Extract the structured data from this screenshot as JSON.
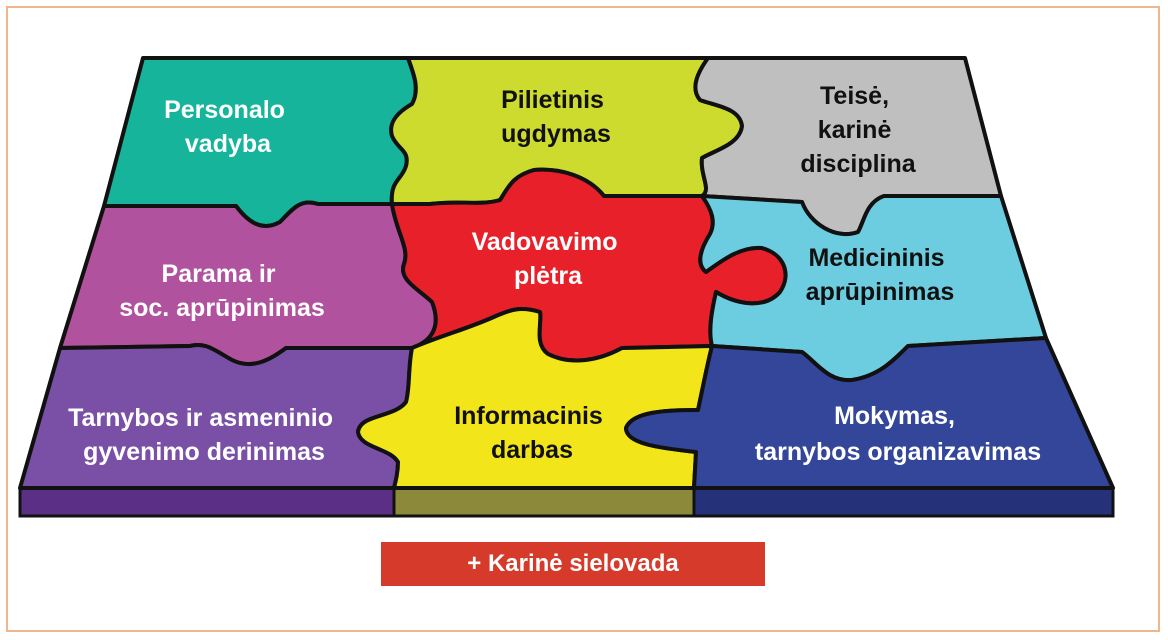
{
  "colors": {
    "frame_border": "#f2b48a",
    "outline": "#111111",
    "teal": "#16b59b",
    "lime": "#cddb2e",
    "gray": "#bfbfbf",
    "magenta": "#b0529d",
    "red": "#e8202a",
    "cyan": "#6ccde0",
    "purple": "#7a4fa6",
    "yellow": "#f2e61b",
    "navy": "#33469a",
    "banner": "#d63a2a"
  },
  "pieces": [
    {
      "id": "personalo",
      "color": "teal",
      "text_color": "white",
      "lines": [
        "Personalo",
        "vadyba"
      ]
    },
    {
      "id": "pilietinis",
      "color": "lime",
      "text_color": "black",
      "lines": [
        "Pilietinis",
        "ugdymas"
      ]
    },
    {
      "id": "teise",
      "color": "gray",
      "text_color": "black",
      "lines": [
        "Teisė,",
        "karinė",
        "disciplina"
      ]
    },
    {
      "id": "parama",
      "color": "magenta",
      "text_color": "white",
      "lines": [
        "Parama ir",
        "soc. aprūpinimas"
      ]
    },
    {
      "id": "vadovavimo",
      "color": "red",
      "text_color": "white",
      "lines": [
        "Vadovavimo",
        "plėtra"
      ]
    },
    {
      "id": "medicininis",
      "color": "cyan",
      "text_color": "black",
      "lines": [
        "Medicininis",
        "aprūpinimas"
      ]
    },
    {
      "id": "tarnybos",
      "color": "purple",
      "text_color": "white",
      "lines": [
        "Tarnybos ir asmeninio",
        "gyvenimo derinimas"
      ]
    },
    {
      "id": "informacinis",
      "color": "yellow",
      "text_color": "black",
      "lines": [
        "Informacinis",
        "darbas"
      ]
    },
    {
      "id": "mokymas",
      "color": "navy",
      "text_color": "white",
      "lines": [
        "Mokymas,",
        "tarnybos organizavimas"
      ]
    }
  ],
  "footer": {
    "label": "+ Karinė sielovada"
  }
}
